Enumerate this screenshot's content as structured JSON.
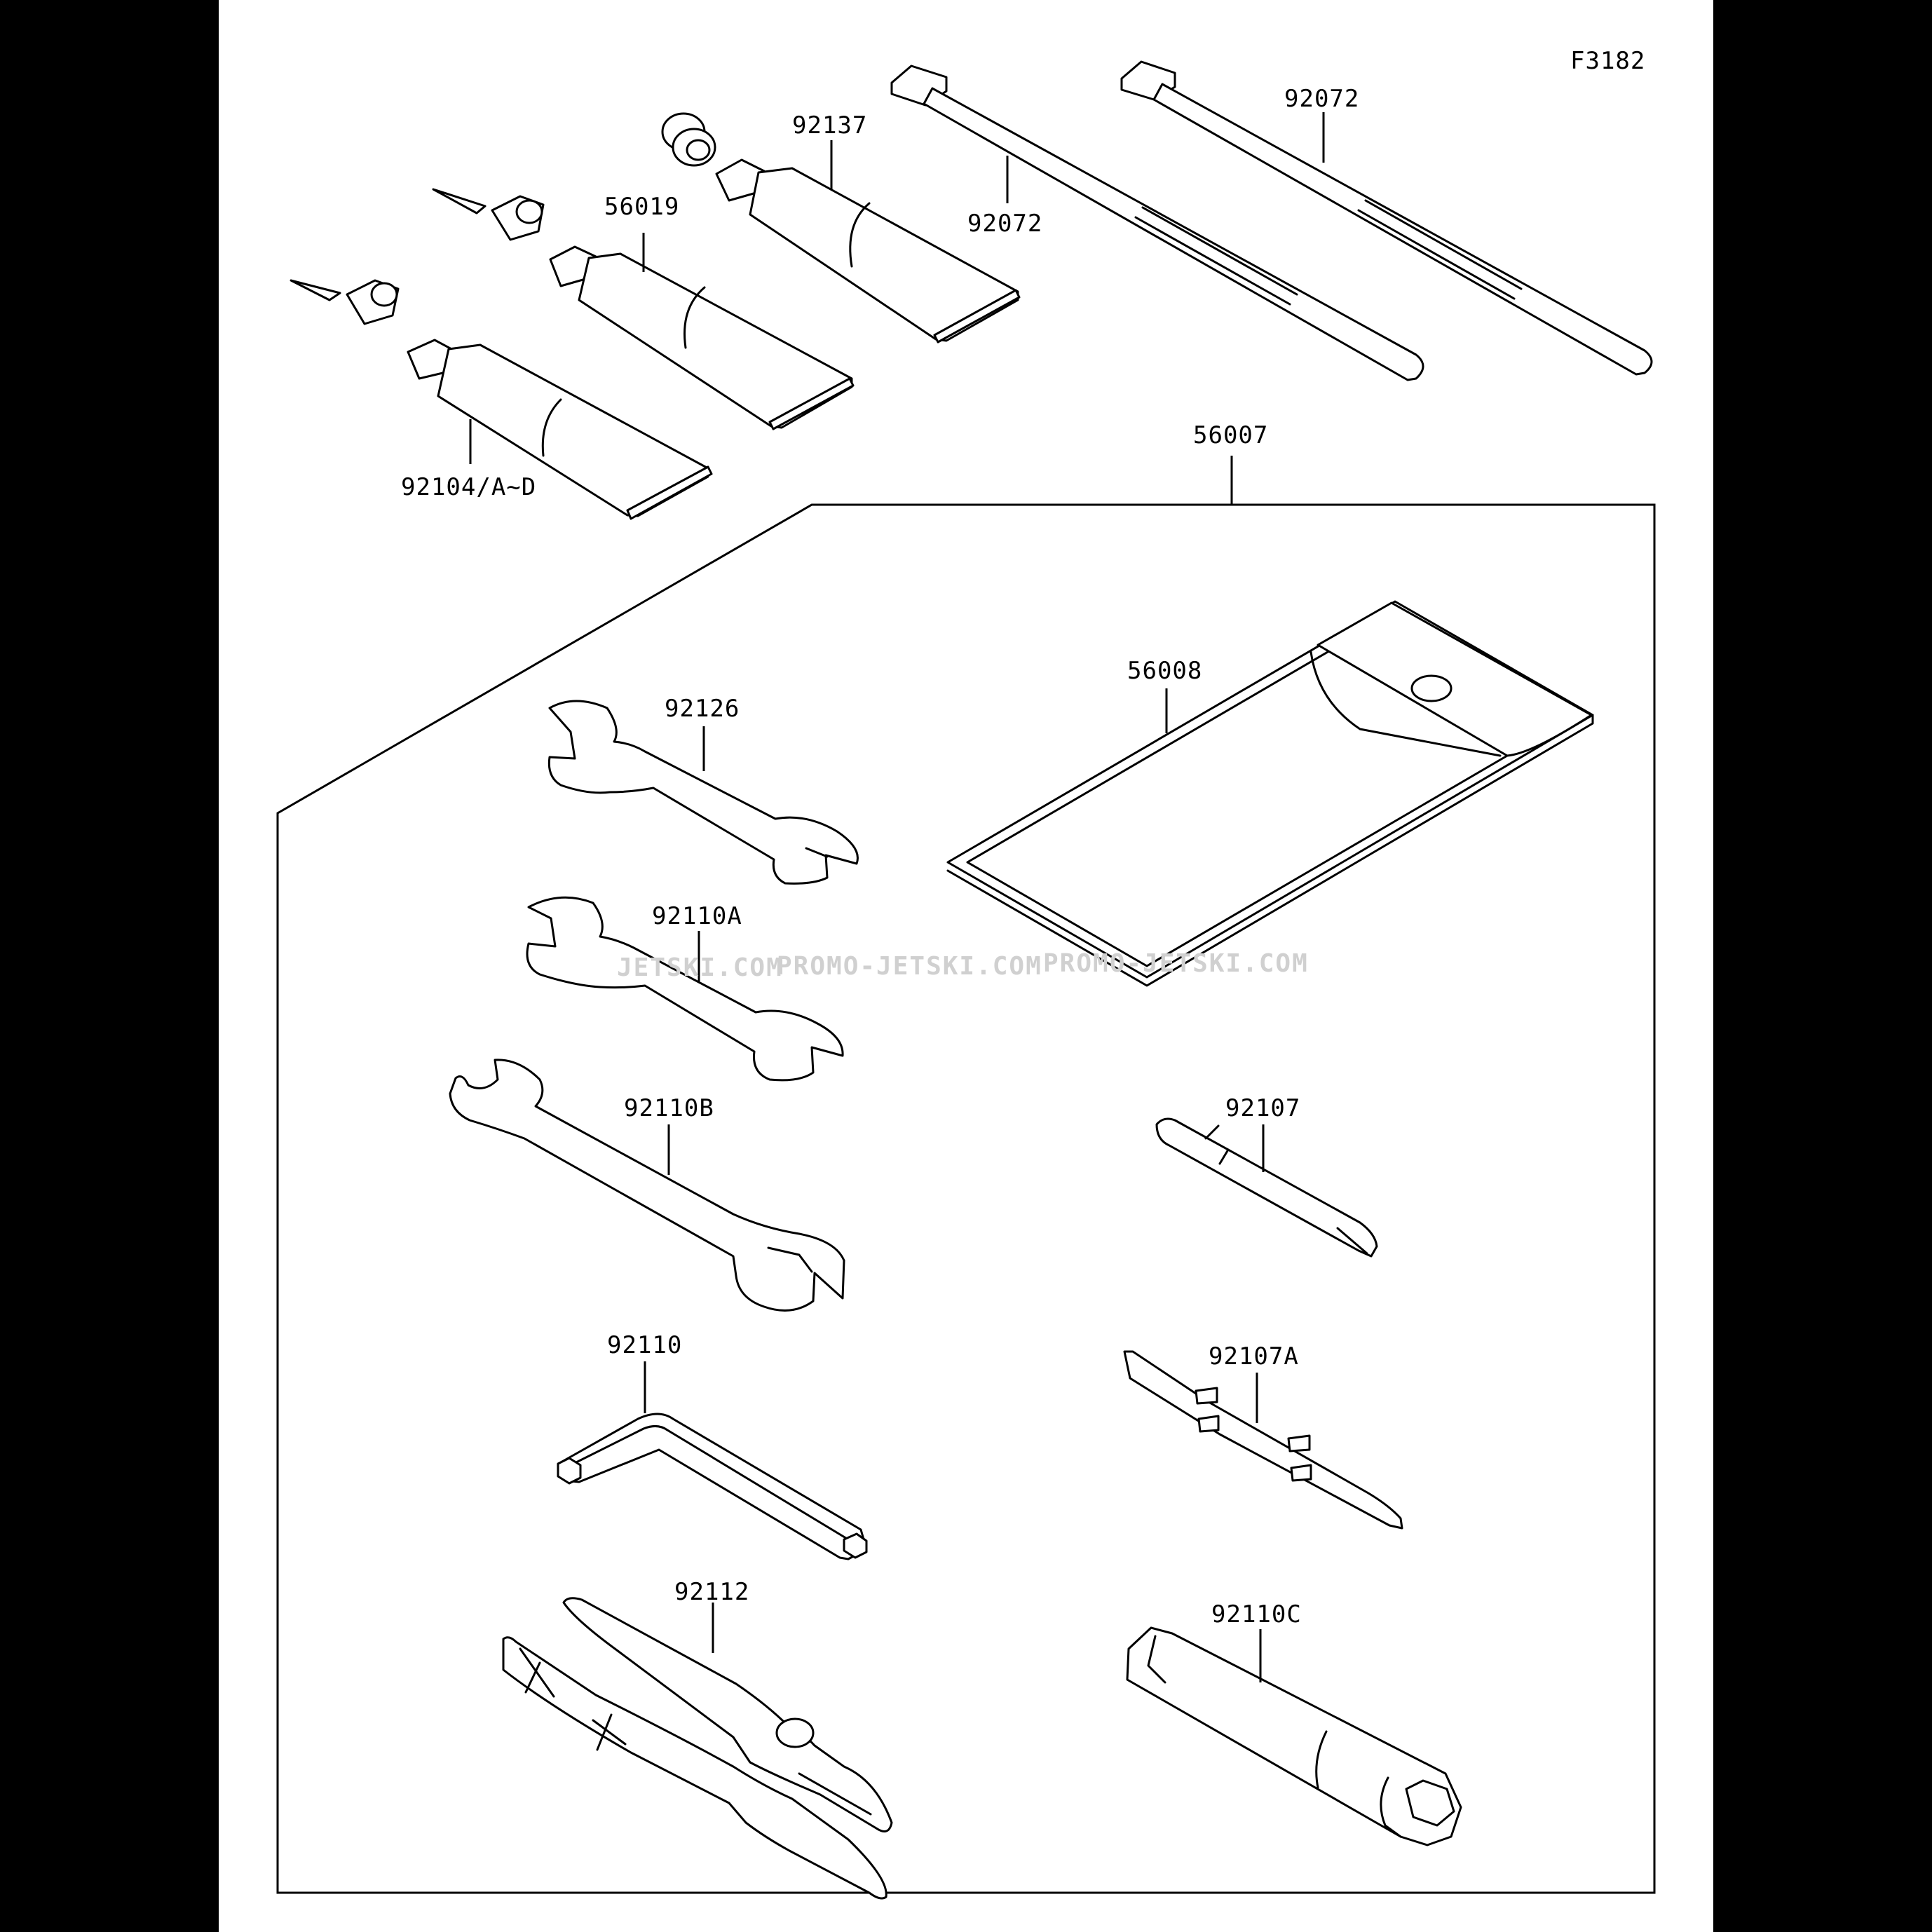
{
  "diagram_code": "F3182",
  "watermark": {
    "left": "JETSKI.COM",
    "center": "PROMO-JETSKI.COM",
    "right": "PROMO-JETSKI.COM"
  },
  "parts": {
    "p92137": "92137",
    "p56019": "56019",
    "p92104": "92104/A~D",
    "p92072a": "92072",
    "p92072b": "92072",
    "p56007": "56007",
    "p56008": "56008",
    "p92126": "92126",
    "p92110A": "92110A",
    "p92110B": "92110B",
    "p92110": "92110",
    "p92112": "92112",
    "p92107": "92107",
    "p92107A": "92107A",
    "p92110C": "92110C"
  }
}
